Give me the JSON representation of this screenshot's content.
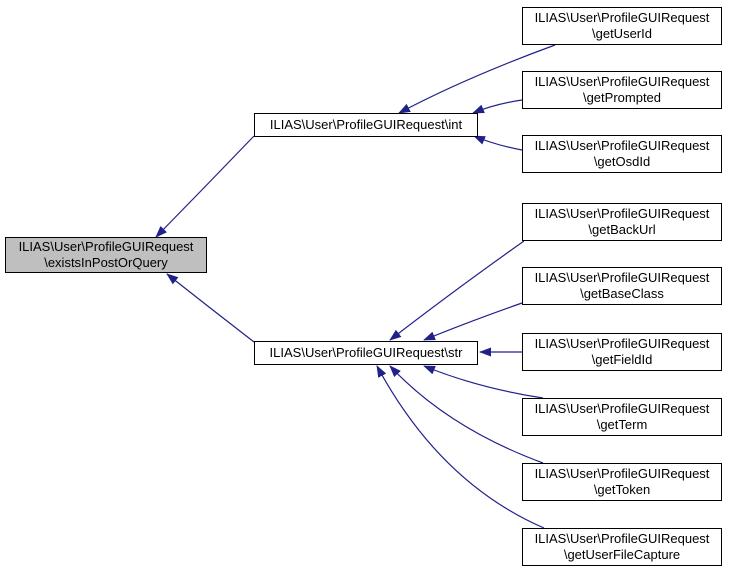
{
  "diagram": {
    "type": "doxygen-caller-graph",
    "nodes": [
      {
        "id": "existsInPostOrQuery",
        "lines": [
          "ILIAS\\User\\ProfileGUIRequest",
          "\\existsInPostOrQuery"
        ],
        "highlighted": true
      },
      {
        "id": "int",
        "lines": [
          "ILIAS\\User\\ProfileGUIRequest\\int"
        ],
        "highlighted": false
      },
      {
        "id": "str",
        "lines": [
          "ILIAS\\User\\ProfileGUIRequest\\str"
        ],
        "highlighted": false
      },
      {
        "id": "getUserId",
        "lines": [
          "ILIAS\\User\\ProfileGUIRequest",
          "\\getUserId"
        ],
        "highlighted": false
      },
      {
        "id": "getPrompted",
        "lines": [
          "ILIAS\\User\\ProfileGUIRequest",
          "\\getPrompted"
        ],
        "highlighted": false
      },
      {
        "id": "getOsdId",
        "lines": [
          "ILIAS\\User\\ProfileGUIRequest",
          "\\getOsdId"
        ],
        "highlighted": false
      },
      {
        "id": "getBackUrl",
        "lines": [
          "ILIAS\\User\\ProfileGUIRequest",
          "\\getBackUrl"
        ],
        "highlighted": false
      },
      {
        "id": "getBaseClass",
        "lines": [
          "ILIAS\\User\\ProfileGUIRequest",
          "\\getBaseClass"
        ],
        "highlighted": false
      },
      {
        "id": "getFieldId",
        "lines": [
          "ILIAS\\User\\ProfileGUIRequest",
          "\\getFieldId"
        ],
        "highlighted": false
      },
      {
        "id": "getTerm",
        "lines": [
          "ILIAS\\User\\ProfileGUIRequest",
          "\\getTerm"
        ],
        "highlighted": false
      },
      {
        "id": "getToken",
        "lines": [
          "ILIAS\\User\\ProfileGUIRequest",
          "\\getToken"
        ],
        "highlighted": false
      },
      {
        "id": "getUserFileCapture",
        "lines": [
          "ILIAS\\User\\ProfileGUIRequest",
          "\\getUserFileCapture"
        ],
        "highlighted": false
      }
    ],
    "edges": [
      {
        "from": "int",
        "to": "existsInPostOrQuery"
      },
      {
        "from": "str",
        "to": "existsInPostOrQuery"
      },
      {
        "from": "getUserId",
        "to": "int"
      },
      {
        "from": "getPrompted",
        "to": "int"
      },
      {
        "from": "getOsdId",
        "to": "int"
      },
      {
        "from": "getBackUrl",
        "to": "str"
      },
      {
        "from": "getBaseClass",
        "to": "str"
      },
      {
        "from": "getFieldId",
        "to": "str"
      },
      {
        "from": "getTerm",
        "to": "str"
      },
      {
        "from": "getToken",
        "to": "str"
      },
      {
        "from": "getUserFileCapture",
        "to": "str"
      }
    ]
  },
  "colors": {
    "edge": "#21218a",
    "node_border": "#000000",
    "node_fill": "#ffffff",
    "highlight_fill": "#bfbfbf",
    "text": "#000000",
    "background": "#ffffff"
  }
}
